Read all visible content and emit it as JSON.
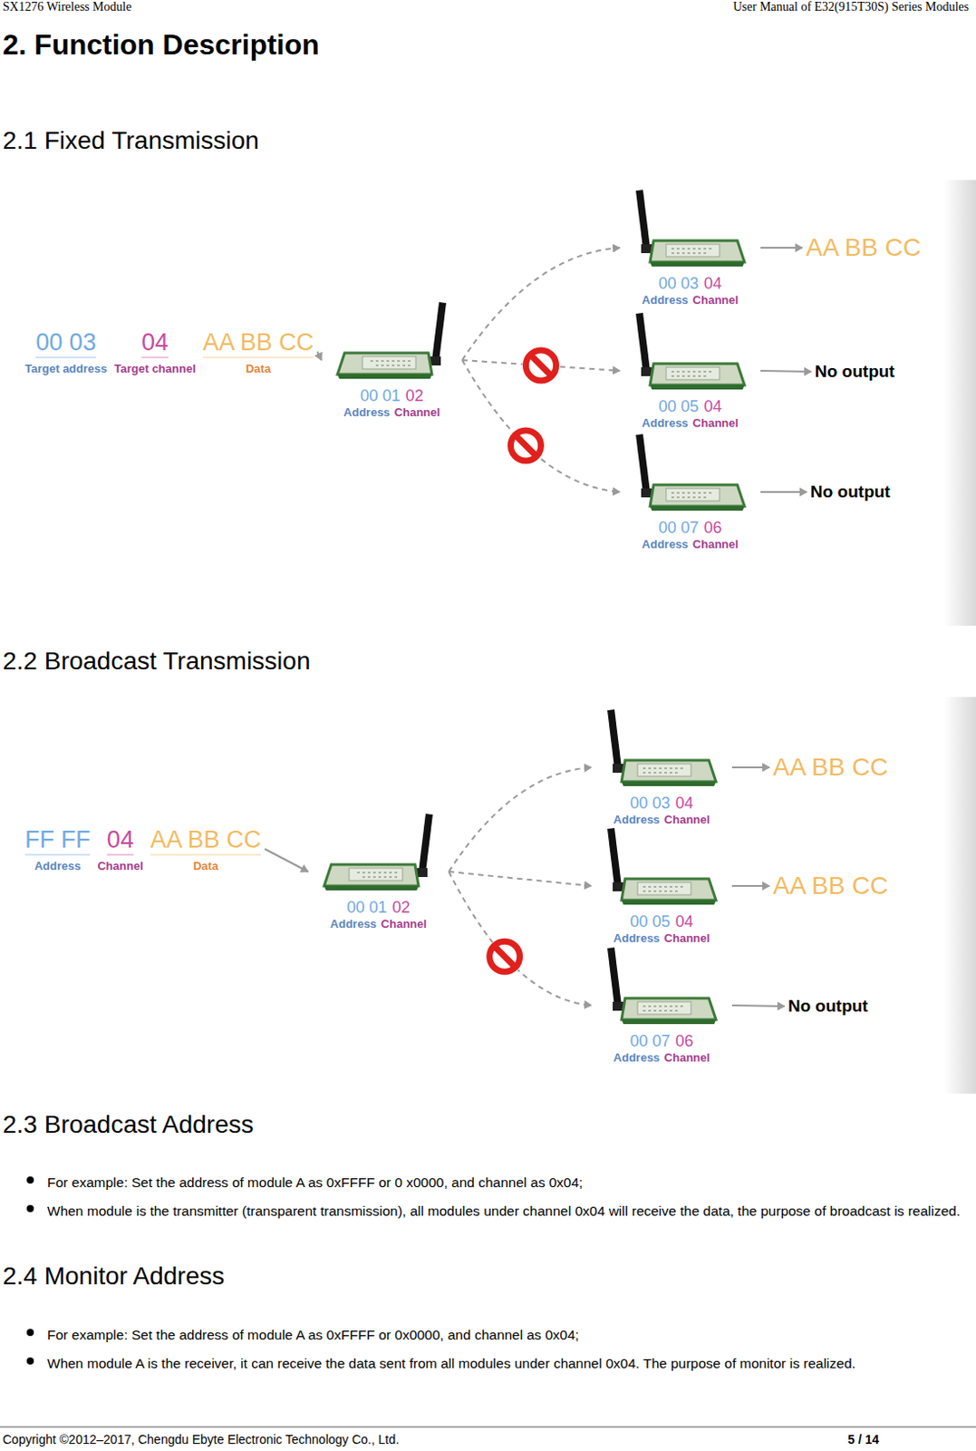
{
  "diagram": {
    "title": "2. Function Description",
    "nodes": [
      {
        "text": [
          "00 03",
          "04",
          "AA BB CC",
          "Target address",
          "Target channel",
          "Data"
        ]
      },
      {
        "text": [
          "00 01",
          "02",
          "Address",
          "Channel"
        ]
      },
      {
        "text": [
          "00 03",
          "04",
          "Address",
          "Channel"
        ]
      },
      {
        "text": [
          "AA BB CC"
        ]
      },
      {
        "text": [
          "00 05",
          "04",
          "Address",
          "Channel"
        ]
      },
      {
        "text": [
          "No output"
        ]
      },
      {
        "text": [
          "00 07",
          "06",
          "Address",
          "Channel"
        ]
      },
      {
        "text": [
          "No output"
        ]
      },
      {
        "text": [
          "FF FF",
          "04",
          "AA BB CC",
          "Address",
          "Channel",
          "Data"
        ]
      },
      {
        "text": [
          "00 01",
          "02",
          "Address",
          "Channel"
        ]
      },
      {
        "text": [
          "00 03",
          "04",
          "Address",
          "Channel"
        ]
      },
      {
        "text": [
          "AA BB CC"
        ]
      },
      {
        "text": [
          "00 05",
          "04",
          "Address",
          "Channel"
        ]
      },
      {
        "text": [
          "AA BB CC"
        ]
      },
      {
        "text": [
          "00 07",
          "06",
          "Address",
          "Channel"
        ]
      },
      {
        "text": [
          "No output"
        ]
      }
    ],
    "edges": [
      {
        "from": 0,
        "to": 1,
        "arrow": "to"
      },
      {
        "from": 1,
        "to": 2,
        "arrow": "to"
      },
      {
        "from": 1,
        "to": 4,
        "arrow": "to"
      },
      {
        "from": 1,
        "to": 6,
        "arrow": "to"
      },
      {
        "from": 2,
        "to": 3,
        "arrow": "to"
      },
      {
        "from": 4,
        "to": 5,
        "arrow": "to"
      },
      {
        "from": 6,
        "to": 7,
        "arrow": "to"
      },
      {
        "from": 8,
        "to": 9,
        "arrow": "to"
      },
      {
        "from": 9,
        "to": 10,
        "arrow": "to"
      },
      {
        "from": 9,
        "to": 12,
        "arrow": "to"
      },
      {
        "from": 9,
        "to": 14,
        "arrow": "to"
      },
      {
        "from": 10,
        "to": 11,
        "arrow": "to"
      },
      {
        "from": 12,
        "to": 13,
        "arrow": "to"
      },
      {
        "from": 14,
        "to": 15,
        "arrow": "to"
      }
    ],
    "labels": [
      "SX1276 Wireless Module",
      "User Manual of E32(915T30S) Series Modules",
      "2.1 Fixed Transmission",
      "2.2 Broadcast Transmission",
      "2.3 Broadcast Address",
      "For example: Set the address of module A as 0xFFFF or 0 x0000, and channel as 0x04;",
      "When module is the transmitter (transparent transmission), all modules under channel 0x04 will receive the data, the purpose of broadcast is realized.",
      "2.4 Monitor Address",
      "For example: Set the address of module A as 0xFFFF or 0x0000, and channel as 0x04;",
      "When module A is the receiver, it can receive the data sent from all modules under channel 0x04. The purpose of monitor is realized.",
      "Copyright ©2012–2017, Chengdu Ebyte Electronic Technology Co., Ltd.",
      "5 / 14"
    ]
  }
}
